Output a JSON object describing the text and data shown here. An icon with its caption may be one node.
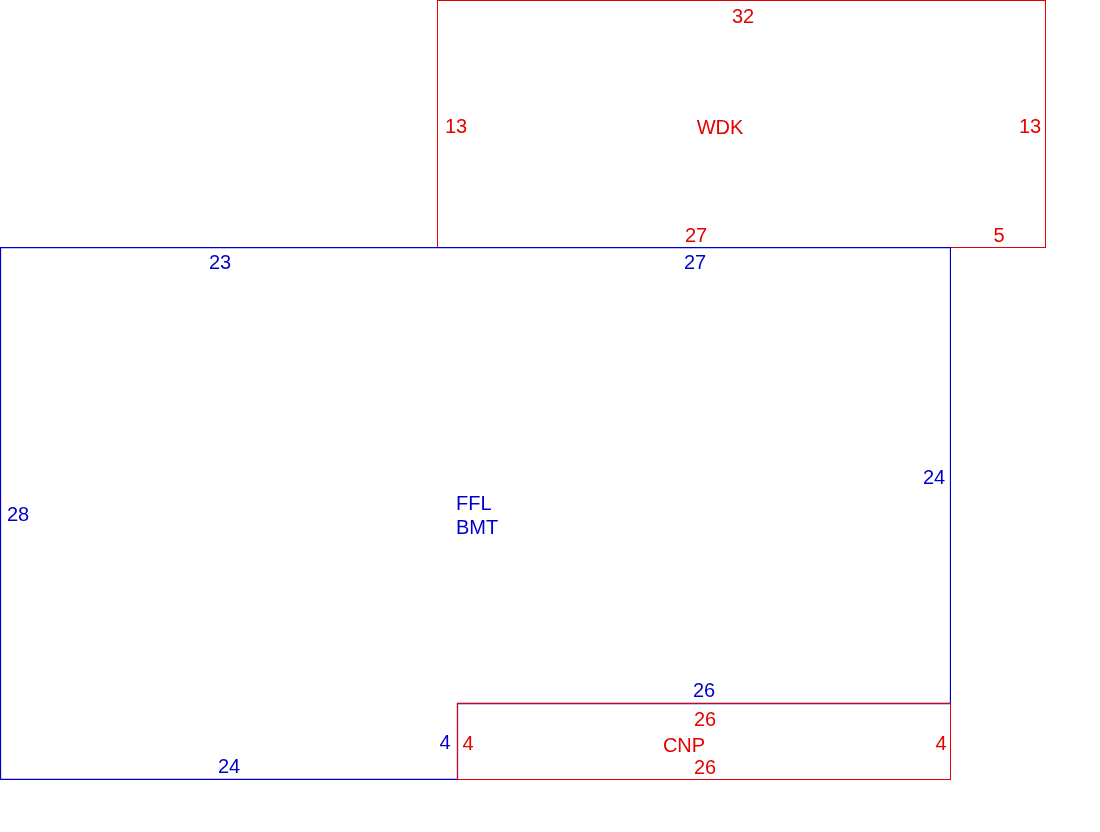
{
  "diagram": {
    "nodes": [
      {
        "text": [
          "WDK",
          "32",
          "13",
          "13",
          "27",
          "5"
        ]
      },
      {
        "text": [
          "FFL BMT",
          "23",
          "27",
          "28",
          "24",
          "26",
          "4",
          "24"
        ]
      },
      {
        "text": [
          "CNP",
          "26",
          "4",
          "4",
          "26"
        ]
      }
    ]
  }
}
